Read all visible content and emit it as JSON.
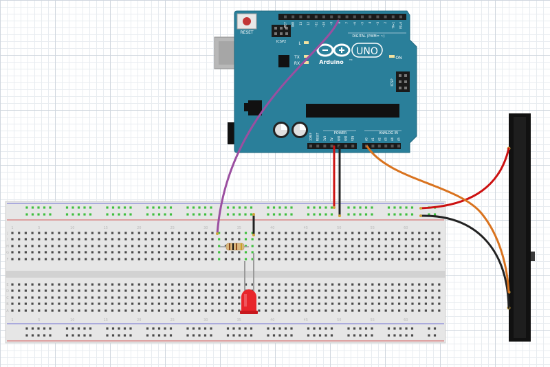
{
  "arduino": {
    "reset_label": "RESET",
    "icsp2_label": "ICSP2",
    "icsp_label": "ICSP",
    "l_label": "L",
    "tx_label": "TX",
    "rx_label": "RX",
    "on_label": "ON",
    "brand": "Arduino",
    "tm": "TM",
    "model": "UNO",
    "digital_label": "DIGITAL (PWM= ~)",
    "power_label": "POWER",
    "analog_label": "ANALOG IN",
    "digital_pins": [
      "AREF",
      "GND",
      "13",
      "12",
      "~11",
      "~10",
      "~9",
      "8",
      "7",
      "~6",
      "~5",
      "4",
      "~3",
      "2",
      "TX▸1",
      "RX◂0"
    ],
    "power_pins": [
      "IOREF",
      "RESET",
      "3V3",
      "5V",
      "GND",
      "GND",
      "VIN"
    ],
    "analog_pins": [
      "A0",
      "A1",
      "A2",
      "A3",
      "A4",
      "A5"
    ]
  },
  "breadboard": {
    "column_numbers": [
      "1",
      "5",
      "10",
      "15",
      "20",
      "25",
      "30",
      "35",
      "40",
      "45",
      "50",
      "55",
      "60"
    ],
    "row_letters_top": [
      "J",
      "I",
      "H",
      "G",
      "F"
    ],
    "row_letters_bottom": [
      "E",
      "D",
      "C",
      "B",
      "A"
    ]
  },
  "colors": {
    "board": "#2a7f9a",
    "wire_red": "#cc1111",
    "wire_black": "#222222",
    "wire_orange": "#d9731f",
    "wire_purple": "#9b4fa0",
    "led": "#e8252b"
  }
}
